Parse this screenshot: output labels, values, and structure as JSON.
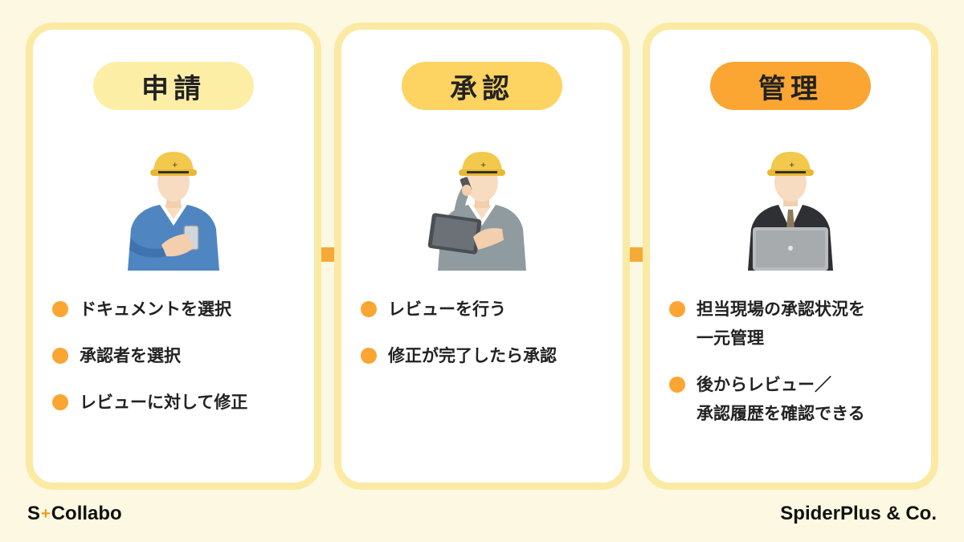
{
  "cards": [
    {
      "title": "申請",
      "items": [
        "ドキュメントを選択",
        "承認者を選択",
        "レビューに対して修正"
      ]
    },
    {
      "title": "承認",
      "items": [
        "レビューを行う",
        "修正が完了したら承認"
      ]
    },
    {
      "title": "管理",
      "items": [
        "担当現場の承認状況を\n一元管理",
        "後からレビュー／\n承認履歴を確認できる"
      ]
    }
  ],
  "footer": {
    "left_logo_prefix": "S",
    "left_logo_mark": "+",
    "left_logo_suffix": "Collabo",
    "right_logo": "SpiderPlus & Co."
  },
  "colors": {
    "background": "#fdf8e1",
    "card_border": "#fbeaa4",
    "pill_1": "#fdeea6",
    "pill_2": "#fdd361",
    "pill_3": "#fba533",
    "bullet": "#fba533",
    "helmet": "#f2c94c"
  },
  "illustrations": [
    "worker-with-smartphone-icon",
    "worker-with-tablet-icon",
    "manager-with-laptop-icon"
  ]
}
